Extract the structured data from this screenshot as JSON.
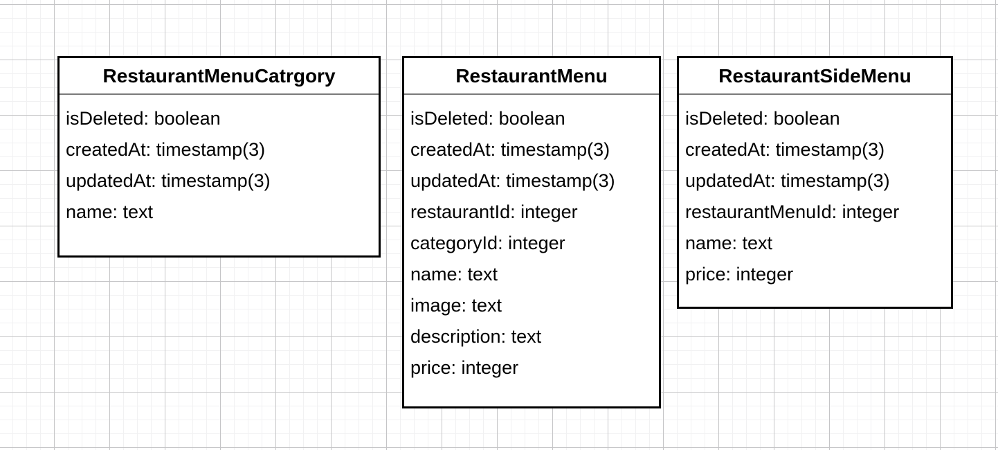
{
  "theme": {
    "background": "#ffffff",
    "grid-minor": "#f1f1f2",
    "grid-major": "#c5c5c7",
    "shape-border": "#000000",
    "shape-fill": "#ffffff",
    "divider": "#7a7a7a",
    "text": "#000000"
  },
  "diagram": {
    "entities": [
      {
        "title": "RestaurantMenuCatrgory",
        "fields": [
          "isDeleted: boolean",
          "createdAt: timestamp(3)",
          "updatedAt: timestamp(3)",
          "name: text"
        ]
      },
      {
        "title": "RestaurantMenu",
        "fields": [
          "isDeleted: boolean",
          "createdAt: timestamp(3)",
          "updatedAt: timestamp(3)",
          "restaurantId: integer",
          "categoryId: integer",
          "name: text",
          "image: text",
          "description: text",
          "price: integer"
        ]
      },
      {
        "title": "RestaurantSideMenu",
        "fields": [
          "isDeleted: boolean",
          "createdAt: timestamp(3)",
          "updatedAt: timestamp(3)",
          "restaurantMenuId: integer",
          "name: text",
          "price: integer"
        ]
      }
    ]
  }
}
